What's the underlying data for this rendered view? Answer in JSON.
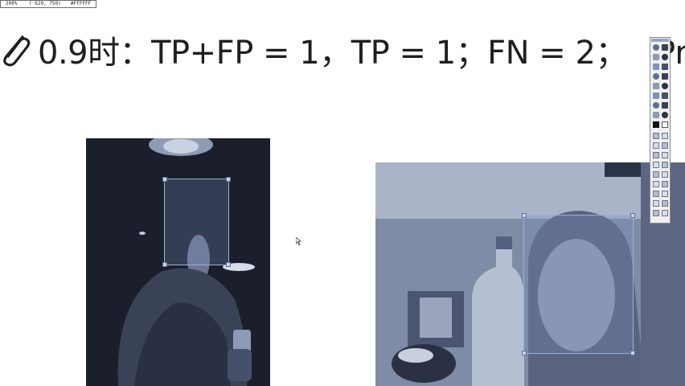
{
  "readout": {
    "zoom": "200%",
    "coords": "( 629,  750)",
    "color_hex": "#FFFFFF"
  },
  "slide": {
    "formula": "0.9时：TP+FP = 1，TP = 1；FN = 2；",
    "formula_tail": "Pr",
    "icons": {
      "attach": "paperclip-icon"
    }
  },
  "colors": {
    "photo_tint": "#7f8ca6",
    "bbox_fill": "#7f90c0",
    "text": "#1f1f1f"
  },
  "palette": {
    "tools": [
      "select-tool",
      "lasso-tool",
      "crop-tool",
      "move-tool",
      "pen-tool",
      "brush-tool",
      "eraser-tool",
      "fill-tool",
      "text-tool",
      "line-tool",
      "rect-tool",
      "ellipse-tool",
      "arrow-tool",
      "zoom-tool",
      "hand-tool",
      "eyedropper-tool",
      "color-black",
      "color-white"
    ]
  }
}
